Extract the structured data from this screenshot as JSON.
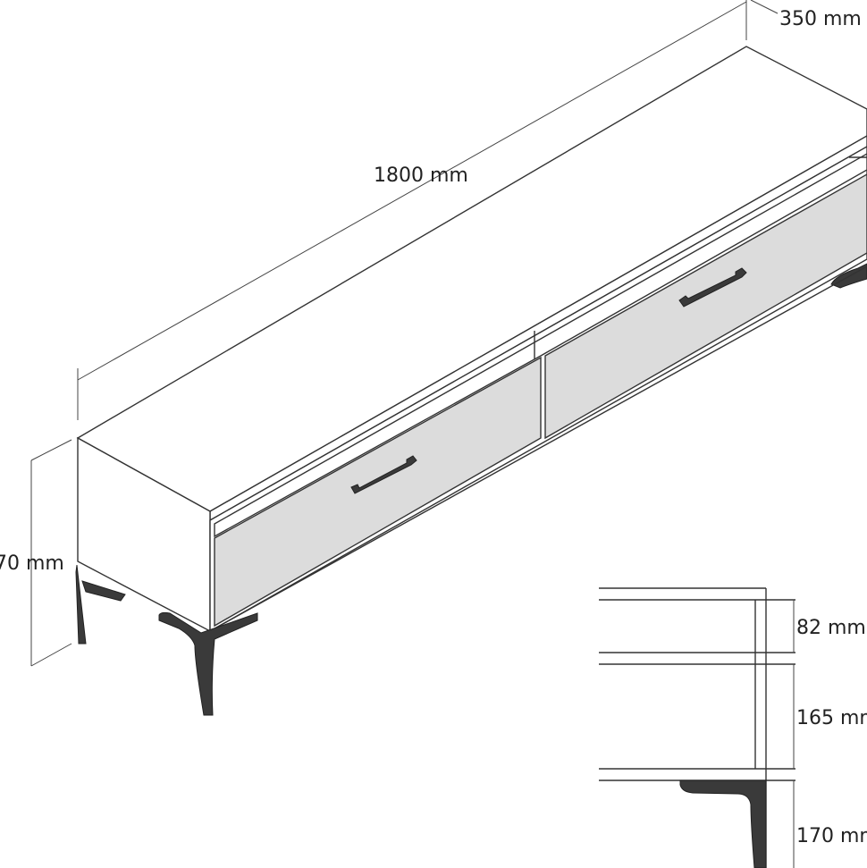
{
  "title": "TV stand dimension drawing",
  "dimensions": {
    "width": "1800 mm",
    "depth": "350 mm",
    "height": "70 mm",
    "detail_top": "82 mm",
    "detail_middle": "165 mm",
    "detail_leg": "170 mm"
  },
  "colors": {
    "line": "#333333",
    "drawer_fill": "#dcdcdc",
    "metal": "#3a3a3a"
  }
}
